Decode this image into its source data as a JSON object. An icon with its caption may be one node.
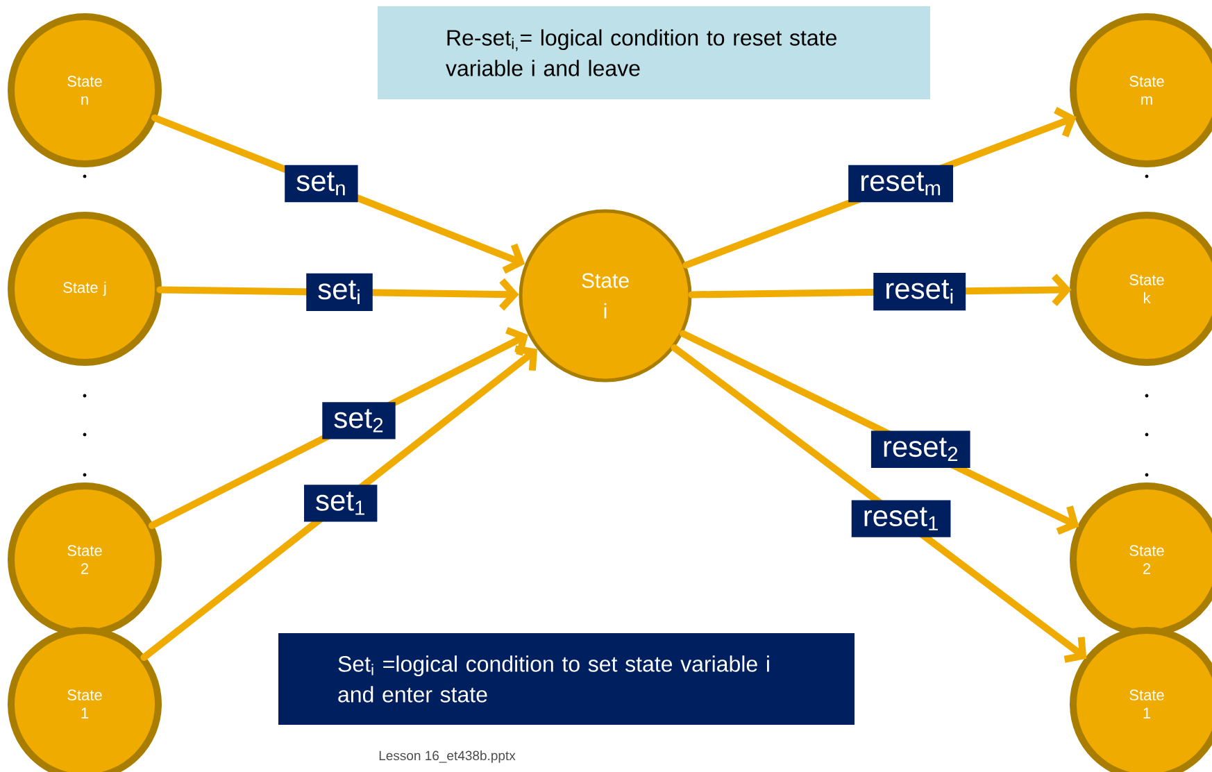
{
  "diagram": {
    "nodes": [
      {
        "text": [
          "State n"
        ]
      },
      {
        "text": [
          "State j"
        ]
      },
      {
        "text": [
          "State 2"
        ]
      },
      {
        "text": [
          "State 1"
        ]
      },
      {
        "text": [
          "State i"
        ]
      },
      {
        "text": [
          "State m"
        ]
      },
      {
        "text": [
          "State k"
        ]
      },
      {
        "text": [
          "State 2"
        ]
      },
      {
        "text": [
          "State 1"
        ]
      },
      {
        "text": [
          "Re-set$_{i,}$= logical condition to reset state variable i and leave"
        ]
      },
      {
        "text": [
          "Set$_{i}$ =logical condition to set state variable i and enter state"
        ]
      }
    ],
    "edges": [
      {
        "from": 0,
        "to": 4,
        "arrow": "to",
        "label": "set$_{n}$"
      },
      {
        "from": 1,
        "to": 4,
        "arrow": "to",
        "label": "set$_{i}$"
      },
      {
        "from": 2,
        "to": 4,
        "arrow": "to",
        "label": "set$_{2}$"
      },
      {
        "from": 3,
        "to": 4,
        "arrow": "to",
        "label": "set$_{1}$"
      },
      {
        "from": 4,
        "to": 5,
        "arrow": "to",
        "label": "reset$_{m}$"
      },
      {
        "from": 4,
        "to": 6,
        "arrow": "to",
        "label": "reset$_{i}$"
      },
      {
        "from": 4,
        "to": 7,
        "arrow": "to",
        "label": "reset$_{2}$"
      },
      {
        "from": 4,
        "to": 8,
        "arrow": "to",
        "label": "reset$_{1}$"
      }
    ],
    "labels": [
      "Lesson 16_et438b.pptx"
    ]
  }
}
